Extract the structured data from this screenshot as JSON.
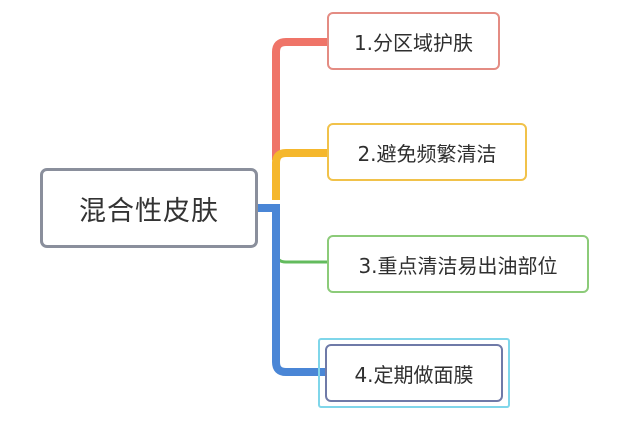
{
  "root": {
    "label": "混合性皮肤"
  },
  "branches": [
    {
      "label": "1.分区域护肤",
      "color": "#ef7468"
    },
    {
      "label": "2.避免频繁清洁",
      "color": "#f5b72c"
    },
    {
      "label": "3.重点清洁易出油部位",
      "color": "#63bb5d"
    },
    {
      "label": "4.定期做面膜",
      "color": "#4a86d6"
    }
  ]
}
